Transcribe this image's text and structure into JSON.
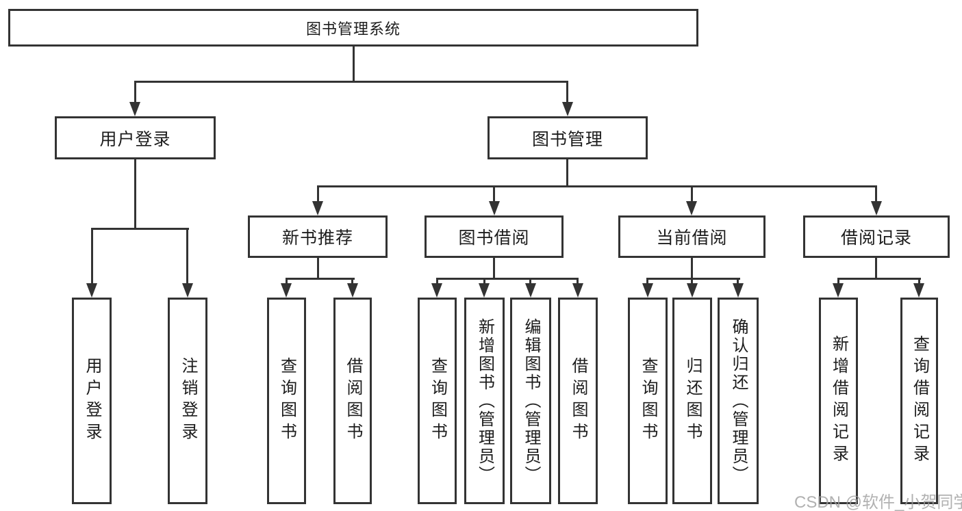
{
  "diagram": {
    "title": "图书管理系统",
    "nodes": {
      "root": "图书管理系统",
      "level1": [
        "用户登录",
        "图书管理"
      ],
      "level2": [
        "新书推荐",
        "图书借阅",
        "当前借阅",
        "借阅记录"
      ],
      "leaves": [
        "用户登录",
        "注销登录",
        "查询图书",
        "借阅图书",
        "查询图书",
        "新增图书（管理员）",
        "编辑图书（管理员）",
        "借阅图书",
        "查询图书",
        "归还图书",
        "确认归还（管理员）",
        "新增借阅记录",
        "查询借阅记录"
      ]
    },
    "structure": {
      "图书管理系统": [
        "用户登录",
        "图书管理"
      ],
      "用户登录": [
        "用户登录",
        "注销登录"
      ],
      "图书管理": [
        "新书推荐",
        "图书借阅",
        "当前借阅",
        "借阅记录"
      ],
      "新书推荐": [
        "查询图书",
        "借阅图书"
      ],
      "图书借阅": [
        "查询图书",
        "新增图书（管理员）",
        "编辑图书（管理员）",
        "借阅图书"
      ],
      "当前借阅": [
        "查询图书",
        "归还图书",
        "确认归还（管理员）"
      ],
      "借阅记录": [
        "新增借阅记录",
        "查询借阅记录"
      ]
    },
    "watermark": "CSDN @软件_小贺同学",
    "colors": {
      "line": "#333333",
      "text": "#1c1c1c",
      "watermark": "#9e9e9e",
      "background": "#ffffff"
    }
  }
}
